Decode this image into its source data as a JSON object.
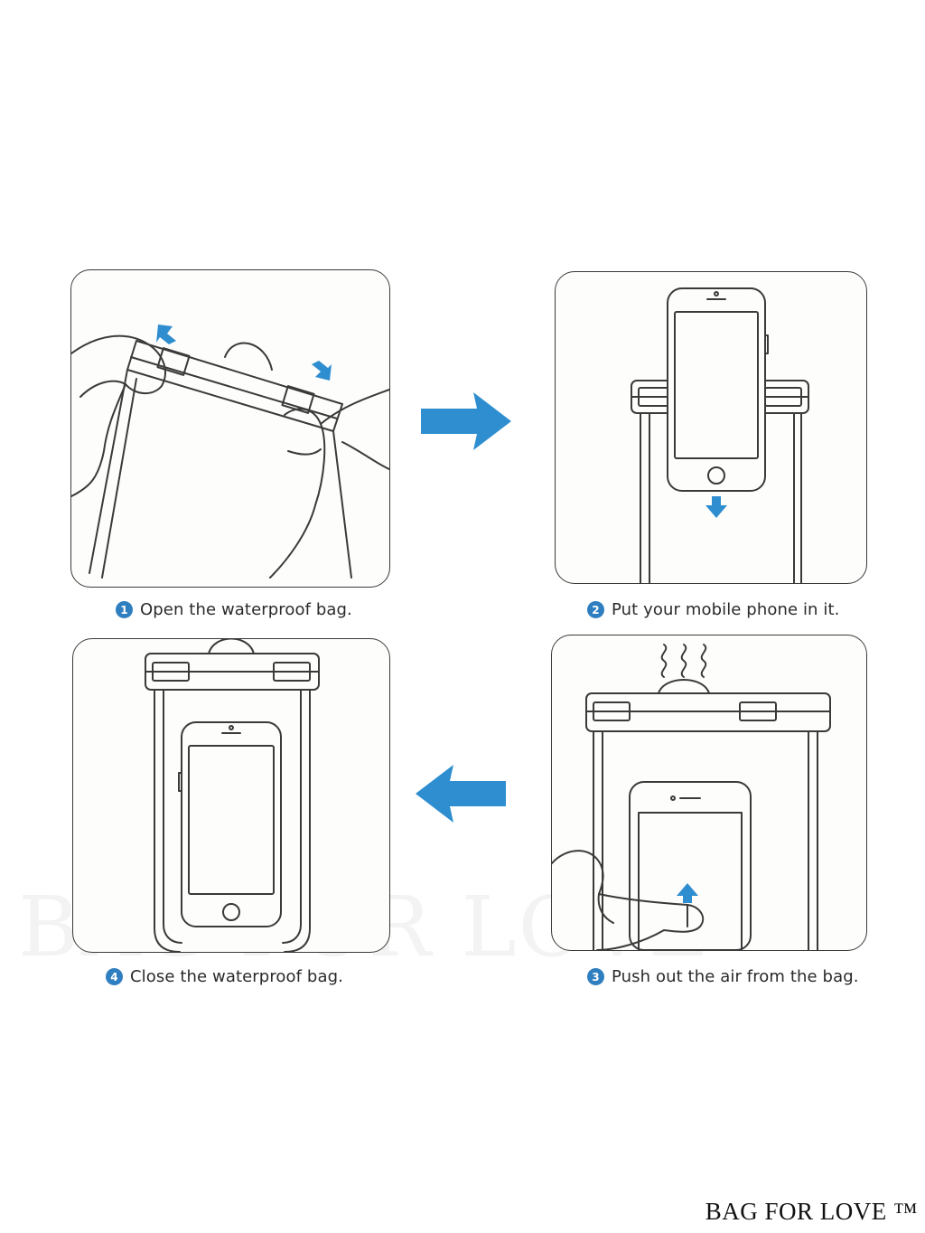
{
  "steps": [
    {
      "number": "1",
      "text": "Open the waterproof bag."
    },
    {
      "number": "2",
      "text": "Put your mobile phone in it."
    },
    {
      "number": "3",
      "text": "Push out the air from the bag."
    },
    {
      "number": "4",
      "text": "Close the waterproof bag."
    }
  ],
  "brand": "BAG FOR LOVE ™",
  "watermark": "BAG FOR LOVE™",
  "colors": {
    "accent": "#2f8ed0",
    "line": "#3a3a3a",
    "badge": "#2f7fc0"
  },
  "icons": [
    "hand-icon",
    "phone-icon",
    "arrow-right-icon",
    "arrow-left-icon",
    "air-waves-icon",
    "arrow-down-icon",
    "arrow-up-icon"
  ]
}
